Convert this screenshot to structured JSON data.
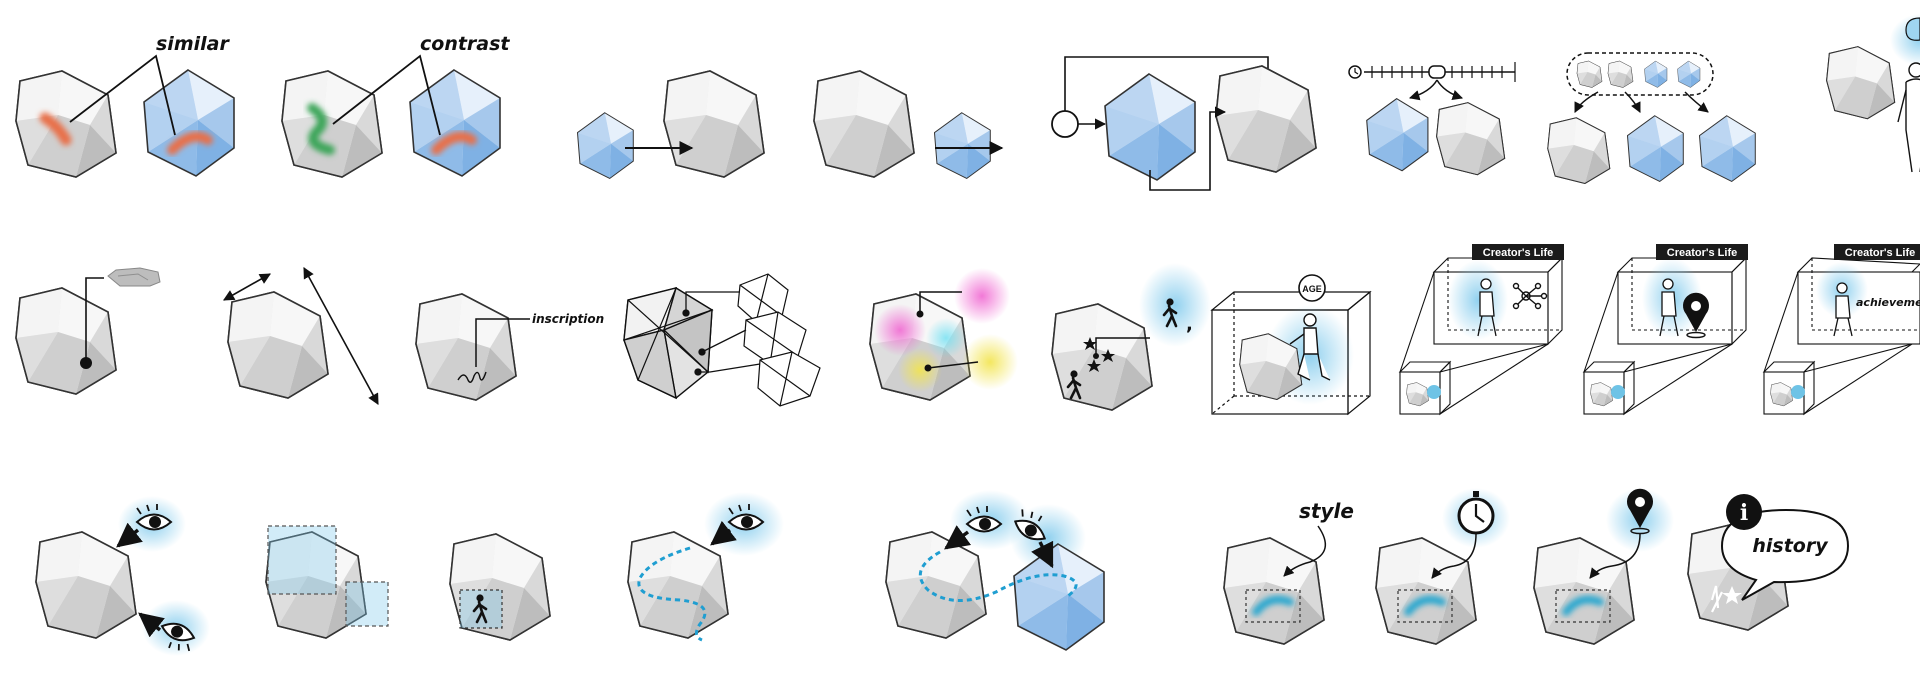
{
  "labels": {
    "similar": "similar",
    "contrast": "contrast",
    "inscription": "inscription",
    "age": "AGE",
    "style": "style",
    "history": "history",
    "achievement": "achievement",
    "info_glyph": "i"
  },
  "banners": [
    "Creator's Life",
    "Creator's Life",
    "Creator's Life"
  ],
  "colors": {
    "gray_face_light": "#ececec",
    "gray_face_mid": "#d6d6d6",
    "gray_face_dark": "#b9b9b9",
    "blue_face_light": "#dbeaf9",
    "blue_face_mid": "#a9ccef",
    "blue_face_dark": "#6fa6dd",
    "glow_blue": "#7ec9ec",
    "stroke_orange": "#e8704a",
    "stroke_green": "#3ea65a",
    "banner_bg": "#1b1b1b"
  },
  "icons": [
    "eye-icon",
    "stopwatch-icon",
    "map-pin-icon",
    "info-icon",
    "person-icon",
    "star-icon",
    "stone-icon",
    "network-icon",
    "timeline-icon"
  ]
}
